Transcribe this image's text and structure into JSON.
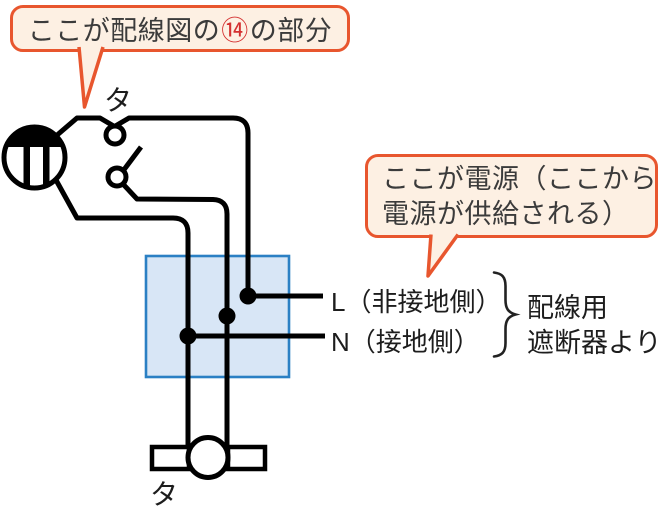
{
  "callouts": {
    "part": {
      "prefix": "ここが配線図の",
      "marker": "⑭",
      "suffix": "の部分"
    },
    "power": {
      "line1": "ここが電源（ここから",
      "line2": "電源が供給される）"
    }
  },
  "diagram": {
    "switch_label": "タ",
    "light_label": "タ",
    "l_line_label": "L（非接地側）",
    "n_line_label": "N（接地側）",
    "source_label_line1": "配線用",
    "source_label_line2": "遮断器より",
    "icons": {
      "outlet": "surface-outlet-symbol",
      "switch": "single-pole-switch-symbol",
      "junction_box": "junction-box",
      "junction_dots": 3,
      "light": "light-fixture-symbol"
    }
  },
  "colors": {
    "callout_border": "#e8562e",
    "callout_bg": "#fdf0e3",
    "marker_red": "#d43030",
    "box_fill": "#d8e6f6",
    "box_border": "#2b80c4",
    "wire": "#000000",
    "text": "#1d1d1d"
  }
}
